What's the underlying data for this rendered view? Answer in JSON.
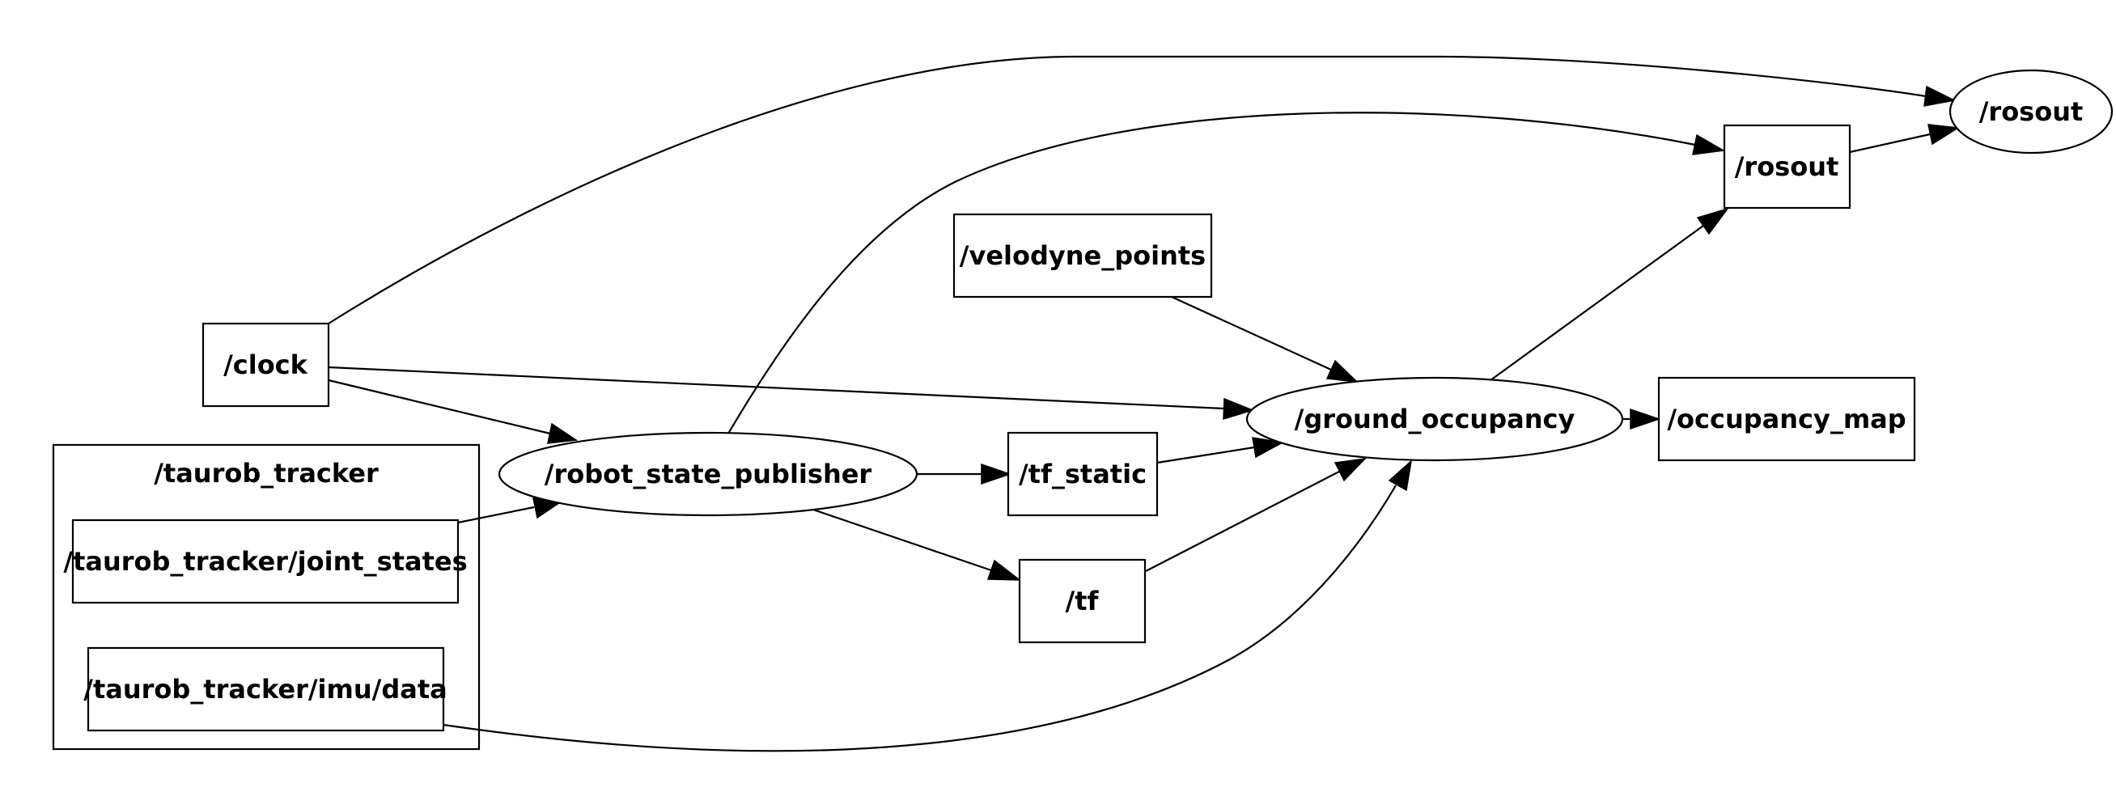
{
  "graph": {
    "cluster": {
      "id": "taurob_tracker",
      "label": "/taurob_tracker"
    },
    "nodes": [
      {
        "id": "clock",
        "label": "/clock",
        "kind": "topic"
      },
      {
        "id": "tt_joint_states",
        "label": "/taurob_tracker/joint_states",
        "kind": "topic"
      },
      {
        "id": "tt_imu_data",
        "label": "/taurob_tracker/imu/data",
        "kind": "topic"
      },
      {
        "id": "robot_state_publisher",
        "label": "/robot_state_publisher",
        "kind": "node"
      },
      {
        "id": "velodyne_points",
        "label": "/velodyne_points",
        "kind": "topic"
      },
      {
        "id": "tf_static",
        "label": "/tf_static",
        "kind": "topic"
      },
      {
        "id": "tf",
        "label": "/tf",
        "kind": "topic"
      },
      {
        "id": "ground_occupancy",
        "label": "/ground_occupancy",
        "kind": "node"
      },
      {
        "id": "rosout_topic",
        "label": "/rosout",
        "kind": "topic"
      },
      {
        "id": "rosout_node",
        "label": "/rosout",
        "kind": "node"
      },
      {
        "id": "occupancy_map",
        "label": "/occupancy_map",
        "kind": "topic"
      }
    ],
    "edges": [
      {
        "from": "clock",
        "to": "rosout_node"
      },
      {
        "from": "clock",
        "to": "robot_state_publisher"
      },
      {
        "from": "clock",
        "to": "ground_occupancy"
      },
      {
        "from": "tt_joint_states",
        "to": "robot_state_publisher"
      },
      {
        "from": "tt_imu_data",
        "to": "ground_occupancy"
      },
      {
        "from": "robot_state_publisher",
        "to": "rosout_topic"
      },
      {
        "from": "robot_state_publisher",
        "to": "tf_static"
      },
      {
        "from": "robot_state_publisher",
        "to": "tf"
      },
      {
        "from": "velodyne_points",
        "to": "ground_occupancy"
      },
      {
        "from": "tf_static",
        "to": "ground_occupancy"
      },
      {
        "from": "tf",
        "to": "ground_occupancy"
      },
      {
        "from": "ground_occupancy",
        "to": "rosout_topic"
      },
      {
        "from": "ground_occupancy",
        "to": "occupancy_map"
      },
      {
        "from": "rosout_topic",
        "to": "rosout_node"
      }
    ]
  }
}
